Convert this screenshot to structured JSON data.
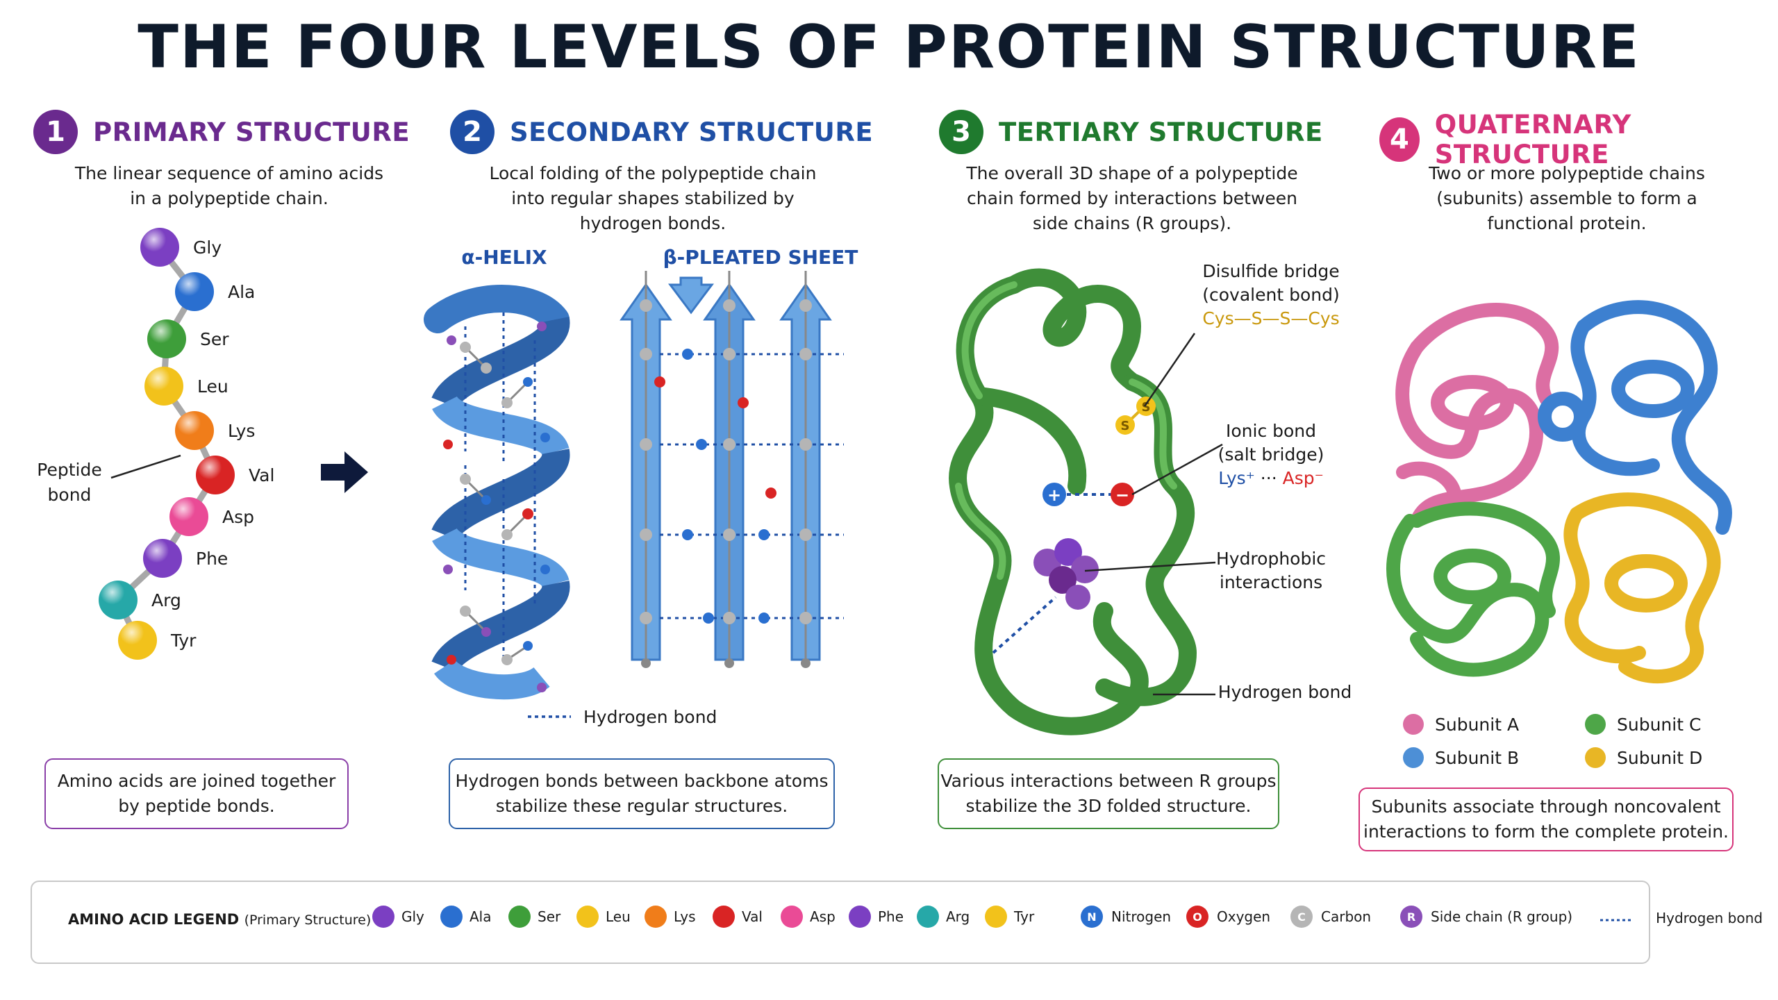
{
  "title": "THE FOUR LEVELS OF PROTEIN STRUCTURE",
  "colors": {
    "primary": "#6a2a8e",
    "secondary": "#1f4fa5",
    "tertiary": "#1f7a2e",
    "quaternary": "#d6347a",
    "ribbon_blue": "#4d8fd6",
    "ribbon_green": "#4ea648",
    "ribbon_pink": "#dc6ea3",
    "ribbon_yellow": "#e8b625"
  },
  "panels": {
    "primary": {
      "number": "1",
      "heading": "PRIMARY STRUCTURE",
      "description": [
        "The linear sequence of amino acids",
        "in a polypeptide chain."
      ],
      "residues": [
        "Gly",
        "Ala",
        "Ser",
        "Leu",
        "Lys",
        "Val",
        "Asp",
        "Phe",
        "Arg",
        "Tyr"
      ],
      "peptide_bond_label": [
        "Peptide",
        "bond"
      ],
      "note": [
        "Amino acids are joined together",
        "by peptide bonds."
      ]
    },
    "secondary": {
      "number": "2",
      "heading": "SECONDARY STRUCTURE",
      "description": [
        "Local folding of the polypeptide chain",
        "into regular shapes stabilized by",
        "hydrogen bonds."
      ],
      "alpha_label": "α-HELIX",
      "beta_label": "β-PLEATED SHEET",
      "hbond_label": "Hydrogen bond",
      "note": [
        "Hydrogen bonds between backbone atoms",
        "stabilize these regular structures."
      ]
    },
    "tertiary": {
      "number": "3",
      "heading": "TERTIARY STRUCTURE",
      "description": [
        "The overall 3D shape of a polypeptide",
        "chain formed by interactions between",
        "side chains (R groups)."
      ],
      "disulfide": [
        "Disulfide bridge",
        "(covalent bond)",
        "Cys—S—S—Cys"
      ],
      "ionic": [
        "Ionic bond",
        "(salt bridge)"
      ],
      "ionic_lys": "Lys⁺",
      "ionic_dots": "···",
      "ionic_asp": "Asp⁻",
      "hydrophobic": [
        "Hydrophobic",
        "interactions"
      ],
      "hydrogen": "Hydrogen bond",
      "sulfur_symbol": "S",
      "plus_symbol": "+",
      "minus_symbol": "−",
      "note": [
        "Various interactions between R groups",
        "stabilize the 3D folded structure."
      ]
    },
    "quaternary": {
      "number": "4",
      "heading": "QUATERNARY STRUCTURE",
      "description": [
        "Two or more polypeptide chains",
        "(subunits) assemble to form a",
        "functional protein."
      ],
      "subunits": [
        "Subunit A",
        "Subunit B",
        "Subunit C",
        "Subunit D"
      ],
      "note": [
        "Subunits associate through noncovalent",
        "interactions to form the complete protein."
      ]
    }
  },
  "legend": {
    "title": "AMINO ACID LEGEND",
    "subtitle": "(Primary Structure)",
    "amino_acids": [
      {
        "name": "Gly",
        "color": "#7b3fc2"
      },
      {
        "name": "Ala",
        "color": "#2a6fd0"
      },
      {
        "name": "Ser",
        "color": "#3e9e3a"
      },
      {
        "name": "Leu",
        "color": "#f2c21b"
      },
      {
        "name": "Lys",
        "color": "#f07d1a"
      },
      {
        "name": "Val",
        "color": "#d92424"
      },
      {
        "name": "Asp",
        "color": "#ea4b96"
      },
      {
        "name": "Phe",
        "color": "#7b3fc2"
      },
      {
        "name": "Arg",
        "color": "#26a8a8"
      },
      {
        "name": "Tyr",
        "color": "#f2c21b"
      }
    ],
    "atoms": [
      {
        "letter": "N",
        "name": "Nitrogen",
        "color": "#2a6fd0"
      },
      {
        "letter": "O",
        "name": "Oxygen",
        "color": "#d92424"
      },
      {
        "letter": "C",
        "name": "Carbon",
        "color": "#b5b5b5"
      },
      {
        "letter": "R",
        "name": "Side chain (R group)",
        "color": "#8a4fb8"
      }
    ],
    "hbond": "Hydrogen bond"
  }
}
